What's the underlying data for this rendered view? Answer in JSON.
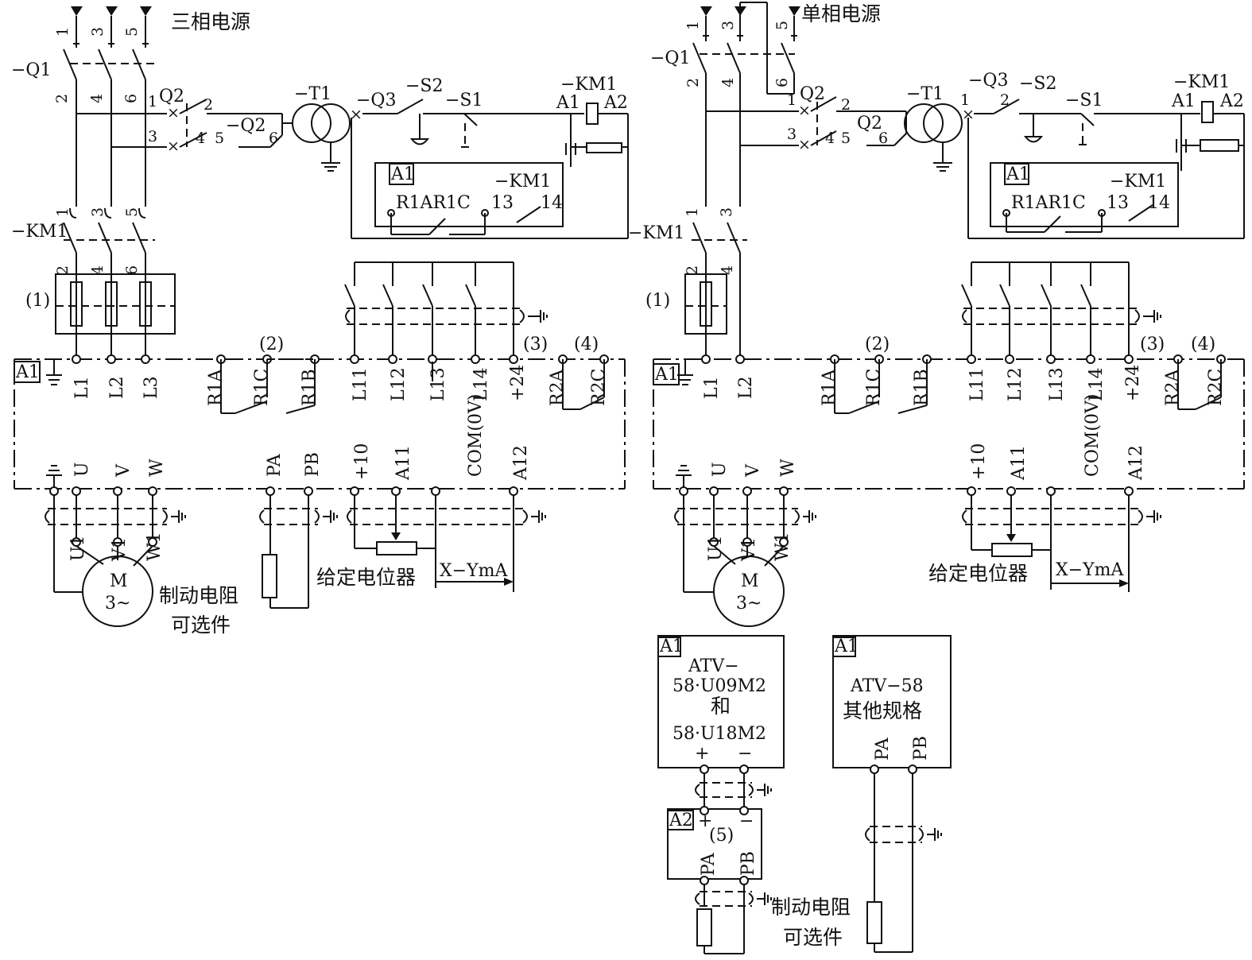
{
  "left": {
    "supply": "三相电源",
    "phase_numbers": [
      "1",
      "3",
      "5"
    ],
    "q1": "−Q1",
    "q1_out": [
      "2",
      "4",
      "6"
    ],
    "q2a": "Q2",
    "q2b": "−Q2",
    "q2_nums": [
      "1",
      "2",
      "3",
      "4",
      "5",
      "6"
    ],
    "t1": "−T1",
    "q3": "−Q3",
    "s2": "−S2",
    "s1": "−S1",
    "km1_coil": "−KM1",
    "a1_term": "A1",
    "a2_term": "A2",
    "a1_box": "A1",
    "relay_contacts": "R1AR1C",
    "km1_aux": "−KM1",
    "aux_13": "13",
    "aux_14": "14",
    "km1_main": "−KM1",
    "km1_in": [
      "1",
      "3",
      "5"
    ],
    "km1_out": [
      "2",
      "4",
      "6"
    ],
    "note1": "(1)",
    "note2": "(2)",
    "note3": "(3)",
    "note4": "(4)",
    "top_terminals": [
      "L1",
      "L2",
      "L3",
      "R1A",
      "R1C",
      "R1B",
      "L11",
      "L12",
      "L13",
      "L14",
      "+24",
      "R2A",
      "R2C"
    ],
    "com_label": "COM(0V)",
    "bottom_terminals": [
      "U",
      "V",
      "W",
      "PA",
      "PB",
      "+10",
      "A11",
      "A12"
    ],
    "motor_terms": [
      "U1",
      "V1",
      "W1"
    ],
    "motor": "M",
    "motor_sub": "3~",
    "brake1": "制动电阻",
    "brake2": "可选件",
    "pot": "给定电位器",
    "xy": "X−YmA"
  },
  "right": {
    "supply": "单相电源",
    "phase_numbers": [
      "1",
      "3",
      "5"
    ],
    "q1": "−Q1",
    "q1_out": [
      "2",
      "4",
      "6"
    ],
    "q2a": "Q2",
    "q2b": "Q2",
    "q2_nums": [
      "1",
      "2",
      "3",
      "4",
      "5",
      "6"
    ],
    "t1": "−T1",
    "q3": "−Q3",
    "q3_nums": [
      "1",
      "2"
    ],
    "s2": "−S2",
    "s1": "−S1",
    "km1_coil": "−KM1",
    "a1_term": "A1",
    "a2_term": "A2",
    "a1_box": "A1",
    "relay_contacts": "R1AR1C",
    "km1_aux": "−KM1",
    "aux_13": "13",
    "aux_14": "14",
    "km1_main": "−KM1",
    "km1_in": [
      "1",
      "3"
    ],
    "km1_out": [
      "2",
      "4"
    ],
    "note1": "(1)",
    "note2": "(2)",
    "note3": "(3)",
    "note4": "(4)",
    "top_terminals": [
      "L1",
      "L2",
      "R1A",
      "R1C",
      "R1B",
      "L11",
      "L12",
      "L13",
      "L14",
      "+24",
      "R2A",
      "R2C"
    ],
    "com_label": "COM(0V)",
    "bottom_terminals": [
      "U",
      "V",
      "W",
      "+10",
      "A11",
      "A12"
    ],
    "motor_terms": [
      "U1",
      "V1",
      "W1"
    ],
    "motor": "M",
    "motor_sub": "3~",
    "pot": "给定电位器",
    "xy": "X−YmA"
  },
  "box_small": {
    "a1": "A1",
    "line1": "ATV−",
    "line2": "58·U09M2",
    "line3": "和",
    "line4": "58·U18M2",
    "plus": "+",
    "minus": "−",
    "a2": "A2",
    "note5": "(5)",
    "pa": "PA",
    "pb": "PB",
    "brake1": "制动电阻",
    "brake2": "可选件"
  },
  "box_other": {
    "a1": "A1",
    "line1": "ATV−58",
    "line2": "其他规格",
    "pa": "PA",
    "pb": "PB"
  }
}
